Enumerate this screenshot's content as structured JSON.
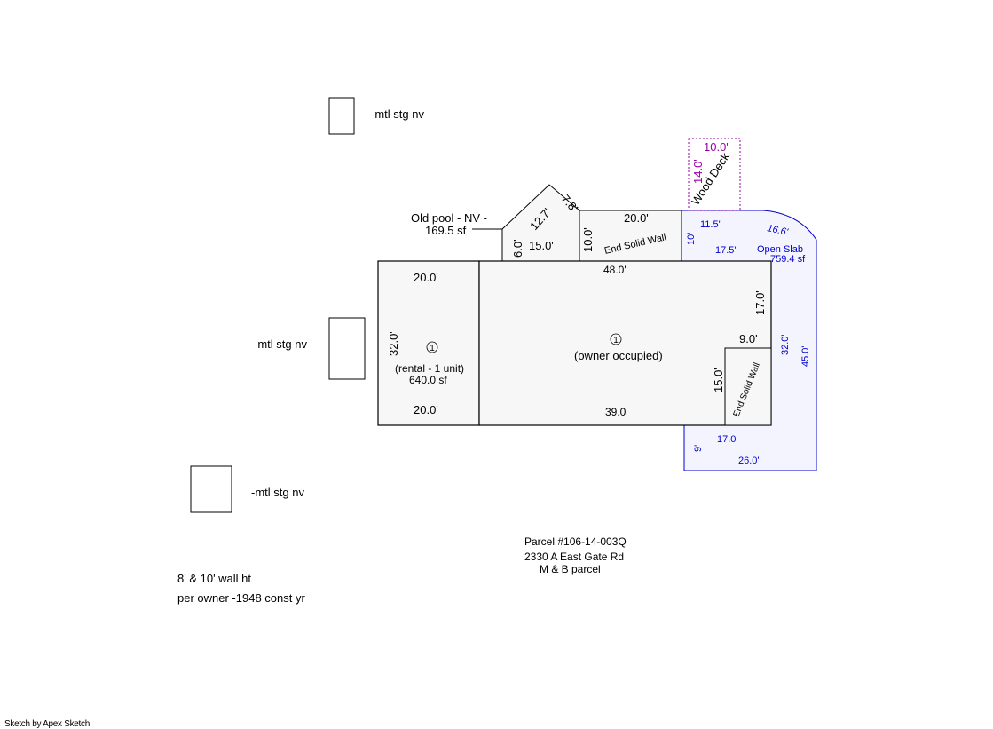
{
  "colors": {
    "main": "#000000",
    "slab": "#0000cc",
    "deck": "#9900aa",
    "fill_main": "#f7f7f7",
    "fill_slab": "#f4f4ff"
  },
  "sheds": {
    "top": "-mtl stg nv",
    "middle": "-mtl stg nv",
    "bottom": "-mtl stg nv"
  },
  "pool": {
    "label_line1": "Old pool - NV -",
    "label_line2": "169.5 sf",
    "dim_6": "6.0'",
    "dim_15": "15.0'",
    "dim_12_7": "12.7'",
    "dim_7_8": "7.8'"
  },
  "end_wall_top": {
    "dim_width": "20.0'",
    "dim_height": "10.0'",
    "label": "End Solid Wall"
  },
  "deck": {
    "dim_width": "10.0'",
    "dim_height": "14.0'",
    "label": "Wood Deck"
  },
  "rental": {
    "dim_top": "20.0'",
    "dim_side": "32.0'",
    "dim_bottom": "20.0'",
    "symbol": "1",
    "label": "(rental - 1 unit)",
    "area": "640.0 sf"
  },
  "owner": {
    "dim_top": "48.0'",
    "dim_right": "17.0'",
    "dim_bottom": "39.0'",
    "symbol": "1",
    "label": "(owner occupied)"
  },
  "end_wall_inner": {
    "dim_width": "9.0'",
    "dim_height": "15.0'",
    "label": "End Solid Wall"
  },
  "slab": {
    "dim_top": "11.5'",
    "dim_arc": "16.6'",
    "dim_10": "10'",
    "dim_17_5": "17.5'",
    "label": "Open Slab",
    "area": "759.4 sf",
    "dim_32": "32.0'",
    "dim_45": "45.0'",
    "dim_9": "9'",
    "dim_17": "17.0'",
    "dim_26": "26.0'"
  },
  "parcel": {
    "number": "Parcel #106-14-003Q",
    "address": "2330 A East Gate Rd",
    "type": "M & B parcel"
  },
  "notes": {
    "wall_height": "8' & 10' wall ht",
    "construction": "per owner -1948 const yr"
  },
  "footer": "Sketch by Apex Sketch"
}
